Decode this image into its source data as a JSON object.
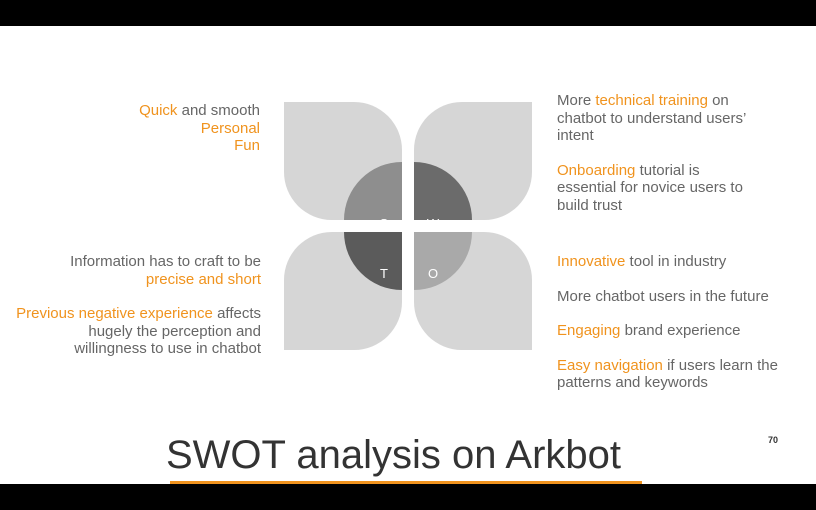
{
  "strengths": {
    "lines": [
      [
        {
          "text": "Quick",
          "hl": true
        },
        {
          "text": " and smooth",
          "hl": false
        }
      ],
      [
        {
          "text": "Personal",
          "hl": true
        }
      ],
      [
        {
          "text": "Fun",
          "hl": true
        }
      ]
    ]
  },
  "weaknesses": {
    "p1": [
      {
        "text": "More ",
        "hl": false
      },
      {
        "text": "technical training",
        "hl": true
      },
      {
        "text": " on chatbot to understand users’ intent",
        "hl": false
      }
    ],
    "p2": [
      {
        "text": "Onboarding",
        "hl": true
      },
      {
        "text": " tutorial is essential for novice users to build trust",
        "hl": false
      }
    ]
  },
  "threats": {
    "p1": [
      {
        "text": "Information has to craft to be ",
        "hl": false
      },
      {
        "text": "precise and short",
        "hl": true
      }
    ],
    "p2": [
      {
        "text": "Previous negative experience",
        "hl": true
      },
      {
        "text": " affects hugely the perception and willingness to use in chatbot",
        "hl": false
      }
    ]
  },
  "opportunities": {
    "p1": [
      {
        "text": "Innovative",
        "hl": true
      },
      {
        "text": " tool in industry",
        "hl": false
      }
    ],
    "p2": [
      {
        "text": "More chatbot users in the future",
        "hl": false
      }
    ],
    "p3": [
      {
        "text": "Engaging",
        "hl": true
      },
      {
        "text": " brand experience",
        "hl": false
      }
    ],
    "p4": [
      {
        "text": "Easy navigation",
        "hl": true
      },
      {
        "text": " if users learn the patterns and keywords",
        "hl": false
      }
    ]
  },
  "diagram": {
    "labels": {
      "s": "S",
      "w": "W",
      "t": "T",
      "o": "O"
    },
    "colors": {
      "petal": "#d6d6d6",
      "s_inner": "#8e8e8e",
      "w_inner": "#6b6b6b",
      "t_inner": "#5b5b5b",
      "o_inner": "#a9a9a9"
    }
  },
  "slide": {
    "title": "SWOT analysis on Arkbot",
    "page_number": "70",
    "accent": "#f0931e"
  }
}
